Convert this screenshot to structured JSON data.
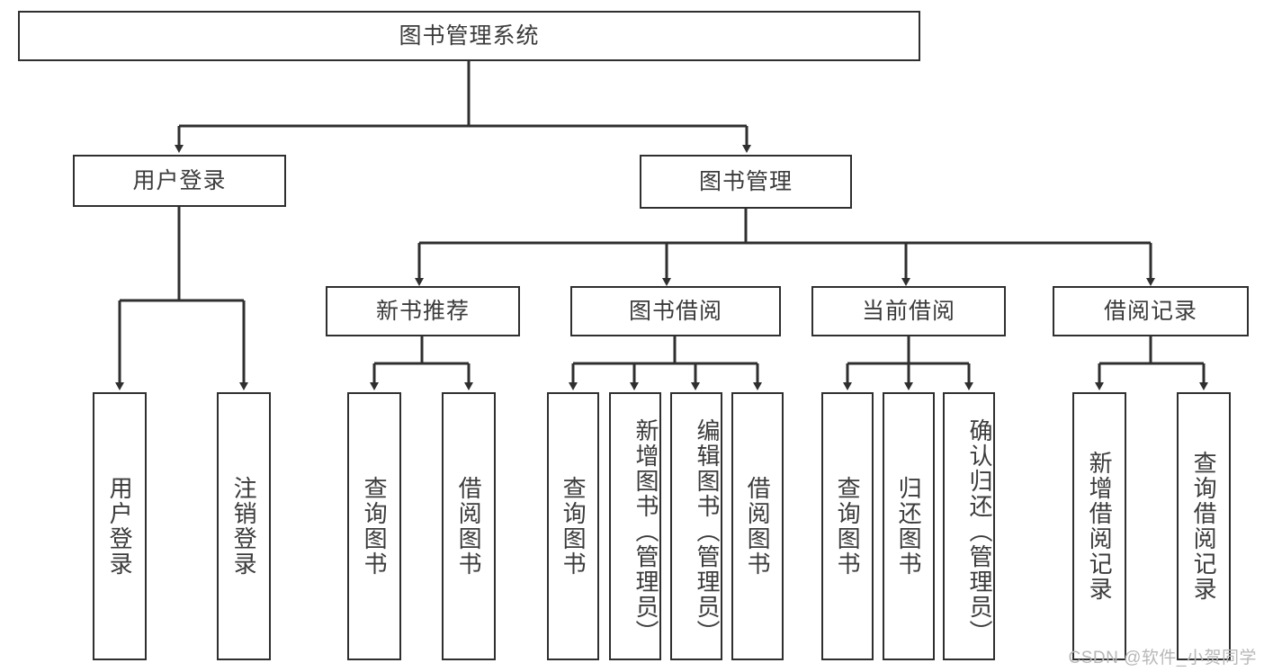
{
  "diagram": {
    "title": "图书管理系统",
    "type": "hierarchy-tree",
    "line_color": "#2f2f2f",
    "text_color": "#3b3b3b",
    "background": "#ffffff",
    "root": {
      "label": "图书管理系统",
      "id": "root"
    },
    "level2": [
      {
        "id": "user-login",
        "label": "用户登录"
      },
      {
        "id": "book-management",
        "label": "图书管理"
      }
    ],
    "level3": [
      {
        "id": "new-book-recommend",
        "label": "新书推荐",
        "parent": "book-management"
      },
      {
        "id": "book-borrow",
        "label": "图书借阅",
        "parent": "book-management"
      },
      {
        "id": "current-borrow",
        "label": "当前借阅",
        "parent": "book-management"
      },
      {
        "id": "borrow-record",
        "label": "借阅记录",
        "parent": "book-management"
      }
    ],
    "leaves": [
      {
        "id": "leaf-user-login",
        "label": "用户登录",
        "parent": "user-login"
      },
      {
        "id": "leaf-logout",
        "label": "注销登录",
        "parent": "user-login"
      },
      {
        "id": "leaf-query-book-1",
        "label": "查询图书",
        "parent": "new-book-recommend"
      },
      {
        "id": "leaf-borrow-book-1",
        "label": "借阅图书",
        "parent": "new-book-recommend"
      },
      {
        "id": "leaf-query-book-2",
        "label": "查询图书",
        "parent": "book-borrow"
      },
      {
        "id": "leaf-add-book",
        "label": "新增图书（管理员）",
        "parent": "book-borrow"
      },
      {
        "id": "leaf-edit-book",
        "label": "编辑图书（管理员）",
        "parent": "book-borrow"
      },
      {
        "id": "leaf-borrow-book-2",
        "label": "借阅图书",
        "parent": "book-borrow"
      },
      {
        "id": "leaf-query-book-3",
        "label": "查询图书",
        "parent": "current-borrow"
      },
      {
        "id": "leaf-return-book",
        "label": "归还图书",
        "parent": "current-borrow"
      },
      {
        "id": "leaf-confirm-return",
        "label": "确认归还（管理员）",
        "parent": "current-borrow"
      },
      {
        "id": "leaf-add-record",
        "label": "新增借阅记录",
        "parent": "borrow-record"
      },
      {
        "id": "leaf-query-record",
        "label": "查询借阅记录",
        "parent": "borrow-record"
      }
    ],
    "watermark": "CSDN @软件_小贺同学"
  }
}
